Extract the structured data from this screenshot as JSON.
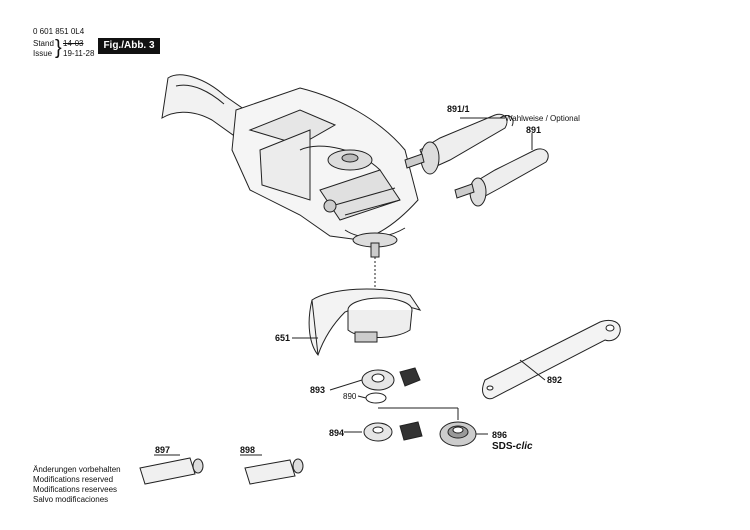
{
  "header": {
    "part_number": "0 601 851 0L4",
    "stand_label": "Stand",
    "stand_value": "14-03",
    "issue_label": "Issue",
    "issue_value": "19-11-28",
    "figure_label": "Fig./Abb. 3"
  },
  "callouts": {
    "p891_1": "891/1",
    "optional_note": "Wahlweise / Optional",
    "p891": "891",
    "p651": "651",
    "p893": "893",
    "p890": "890",
    "p892": "892",
    "p894": "894",
    "p896": "896",
    "sds_prefix": "SDS-",
    "sds_suffix": "clic",
    "p897": "897",
    "p898": "898"
  },
  "footer": {
    "lines": [
      "Änderungen vorbehalten",
      "Modifications reserved",
      "Modifications reservees",
      "Salvo modificaciones"
    ]
  }
}
